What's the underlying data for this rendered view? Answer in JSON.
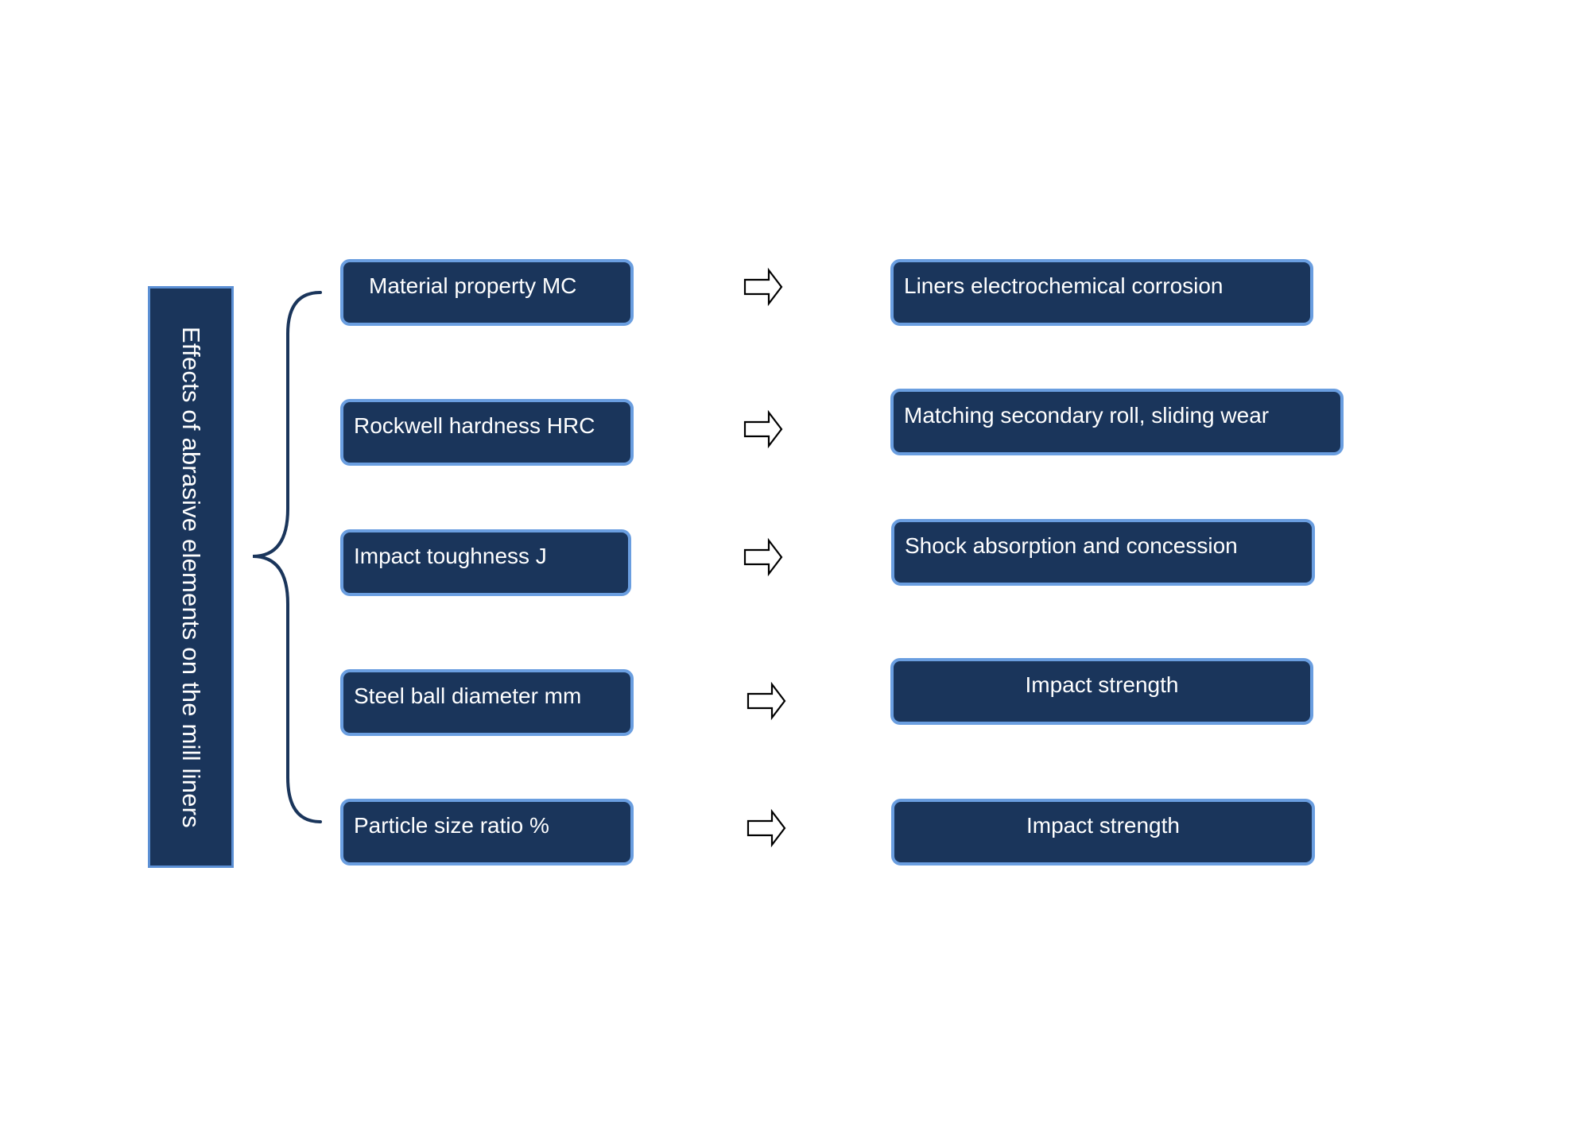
{
  "diagram": {
    "title": "Effects of abrasive elements on the mill liners",
    "causes": [
      "Material property MC",
      "Rockwell hardness HRC",
      "Impact toughness J",
      "Steel ball diameter mm",
      "Particle size ratio %"
    ],
    "effects": [
      "Liners electrochemical corrosion",
      "Matching secondary roll, sliding wear",
      "Shock absorption and concession",
      "Impact strength",
      "Impact strength"
    ],
    "colors": {
      "box_fill": "#1a355b",
      "box_border": "#6a9ee0",
      "brace": "#1a355b",
      "arrow_stroke": "#000000",
      "text": "#ffffff"
    },
    "icons": {
      "connector": "right-arrow-icon",
      "grouping": "curly-brace-icon"
    }
  }
}
